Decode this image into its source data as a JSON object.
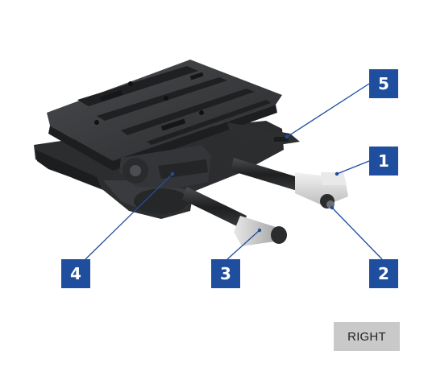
{
  "callouts": [
    "5",
    "1",
    "4",
    "3",
    "2"
  ],
  "view_button_label": "RIGHT",
  "colors": {
    "badge": "#1f4e9e",
    "leader_line": "#1f4e9e",
    "mechanism_dark": "#2e2f31",
    "handle_light": "#d6d6d6",
    "button_bg": "#c9c9c9"
  }
}
